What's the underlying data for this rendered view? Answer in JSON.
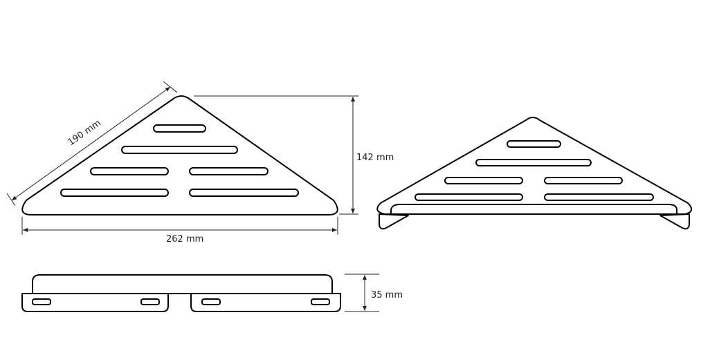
{
  "dimensions": {
    "diagonal": "190 mm",
    "height": "142 mm",
    "width": "262 mm",
    "depth": "35 mm"
  }
}
